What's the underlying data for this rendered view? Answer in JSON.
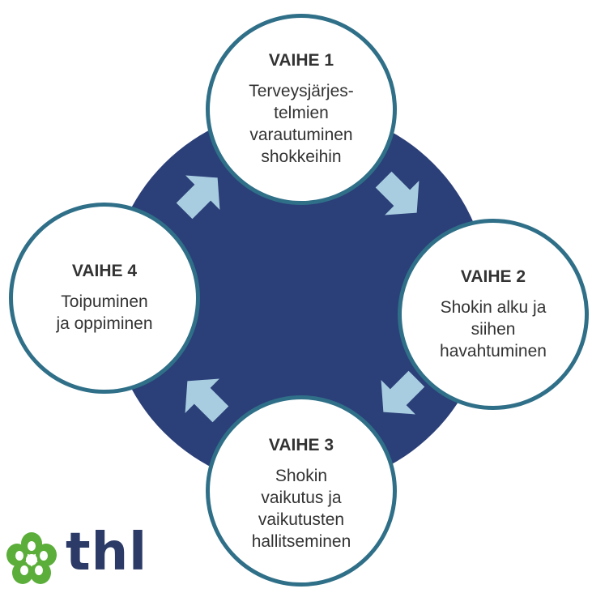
{
  "colors": {
    "ring": "#2b3f78",
    "circle_border": "#2f6f88",
    "arrow": "#a8cde0",
    "logo_green": "#5bae3a",
    "logo_text": "#2b3a66"
  },
  "phases": [
    {
      "title": "VAIHE 1",
      "text": "Terveysjärjes-\ntelmien\nvarautuminen\nshokkeihin"
    },
    {
      "title": "VAIHE 2",
      "text": "Shokin alku ja\nsiihen\nhavahtuminen"
    },
    {
      "title": "VAIHE 3",
      "text": "Shokin\nvaikutus ja\nvaikutusten\nhallitseminen"
    },
    {
      "title": "VAIHE 4",
      "text": "Toipuminen\nja oppiminen"
    }
  ],
  "logo": {
    "text": "thl"
  }
}
